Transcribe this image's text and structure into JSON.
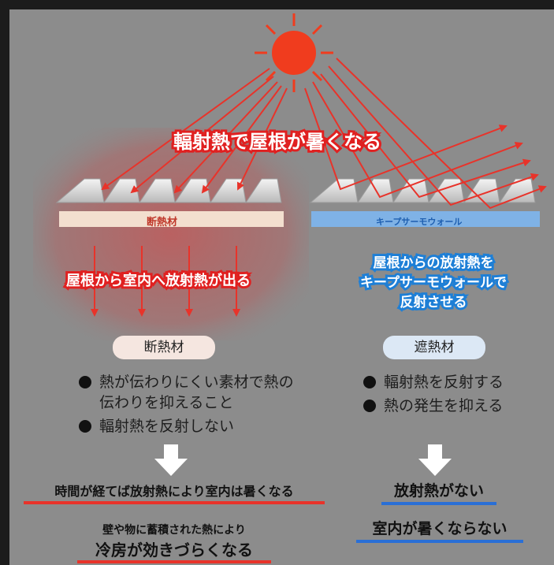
{
  "headline": "輻射熱で屋根が暑くなる",
  "left": {
    "bar_label": "断熱材",
    "arrow_text": "屋根から室内へ放射熱が出る",
    "pill_label": "断熱材",
    "bullets": [
      "熱が伝わりにくい素材で熱の",
      "伝わりを抑えること",
      "輻射熱を反射しない"
    ],
    "result_line1": "時間が経てば放射熱により室内は暑くなる",
    "result_line2_small": "壁や物に蓄積された熱により",
    "result_line2_big": "冷房が効きづらくなる"
  },
  "right": {
    "bar_label": "キープサーモウォール",
    "reflect_text_1": "屋根からの放射熱を",
    "reflect_text_2": "キープサーモウォールで",
    "reflect_text_3": "反射させる",
    "pill_label": "遮熱材",
    "bullets": [
      "輻射熱を反射する",
      "熱の発生を抑える"
    ],
    "result_line1": "放射熱がない",
    "result_line2": "室内が暑くならない"
  },
  "colors": {
    "sun": "#f03c1e",
    "arrow": "#e8332a",
    "panel_bg": "#8c8c8c",
    "insulation_bar": "#f3dfcf",
    "reflect_bar": "#7fb2e6",
    "pill_left": "#f5e6e0",
    "pill_right": "#dce8f5"
  }
}
